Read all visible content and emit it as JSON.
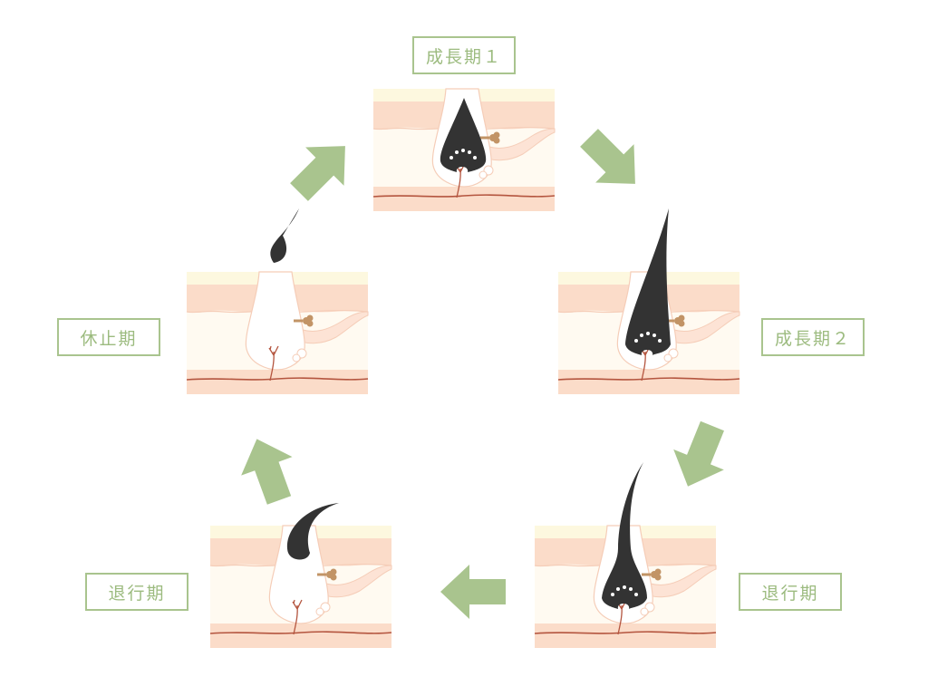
{
  "labels": {
    "anagen1": "成長期１",
    "anagen2": "成長期２",
    "catagen_right": "退行期",
    "catagen_left": "退行期",
    "telogen": "休止期"
  },
  "colors": {
    "arrow": "#a9c48e",
    "label_border": "#a9c48e",
    "label_text": "#9cbb7f",
    "hair": "#333333",
    "skin_pink": "#fbdcc9",
    "skin_cream": "#fdf8df",
    "vessel": "#b4553f"
  }
}
